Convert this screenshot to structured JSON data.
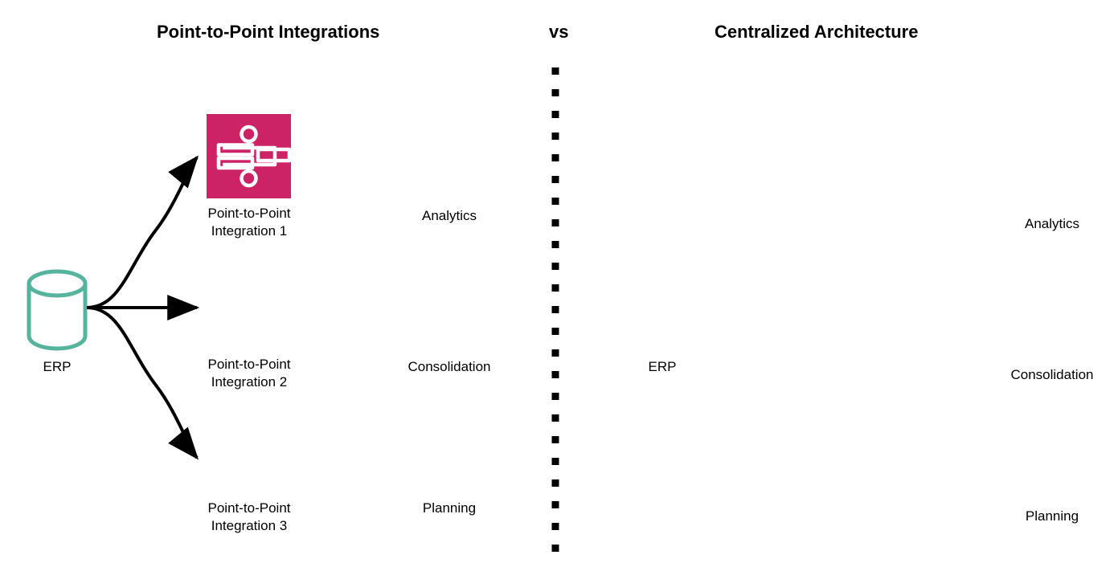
{
  "diagram": {
    "headings": {
      "left": "Point-to-Point Integrations",
      "vs": "vs",
      "right": "Centralized Architecture"
    },
    "divider": {
      "style": "dotted-vertical",
      "color": "#000000"
    },
    "colors": {
      "integration_box": "#CC2366",
      "hub_box": "#56BDED",
      "cube_outline": "#CC3333",
      "database_outline": "#56B49E",
      "arrow": "#000000",
      "text": "#000000",
      "icon_glyph": "#FFFFFF",
      "background": "#FFFFFF"
    },
    "left_panel": {
      "source": {
        "label": "ERP",
        "icon": "database-cylinder-icon"
      },
      "integrations": [
        {
          "label": "Point-to-Point\nIntegration 1",
          "icon": "integration-workflow-icon"
        },
        {
          "label": "Point-to-Point\nIntegration 2",
          "icon": "integration-workflow-icon"
        },
        {
          "label": "Point-to-Point\nIntegration 3",
          "icon": "integration-workflow-icon"
        }
      ],
      "targets": [
        {
          "label": "Analytics",
          "icon": "cube-icon"
        },
        {
          "label": "Consolidation",
          "icon": "cube-icon"
        },
        {
          "label": "Planning",
          "icon": "cube-icon"
        }
      ]
    },
    "right_panel": {
      "source": {
        "label": "ERP",
        "icon": "database-cylinder-icon"
      },
      "hub": {
        "label": "",
        "icon": "gears-refresh-icon"
      },
      "targets": [
        {
          "label": "Analytics",
          "icon": "cube-icon"
        },
        {
          "label": "Consolidation",
          "icon": "cube-icon"
        },
        {
          "label": "Planning",
          "icon": "cube-icon"
        }
      ]
    }
  }
}
